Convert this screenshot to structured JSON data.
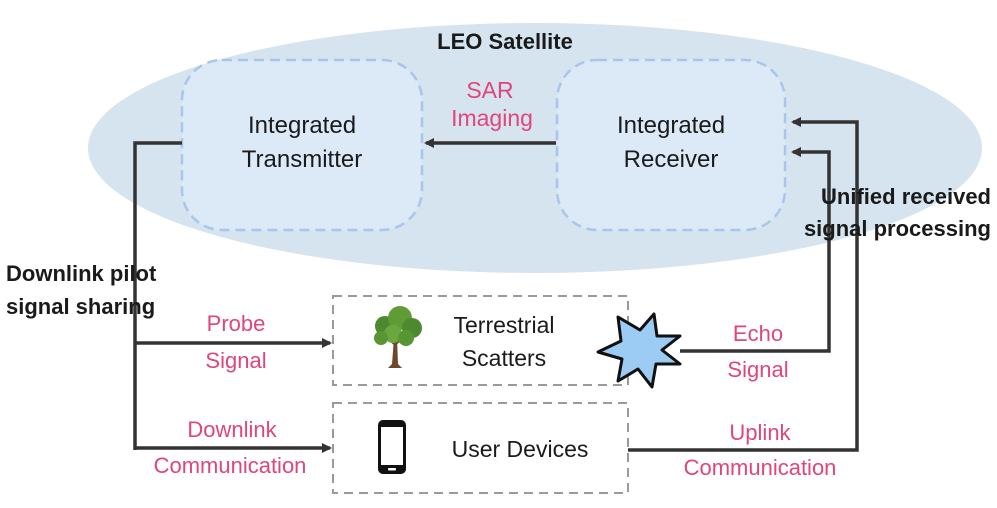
{
  "satellite": {
    "title": "LEO Satellite",
    "transmitter": {
      "line1": "Integrated",
      "line2": "Transmitter"
    },
    "receiver": {
      "line1": "Integrated",
      "line2": "Receiver"
    },
    "sar": {
      "line1": "SAR",
      "line2": "Imaging"
    }
  },
  "left_label": {
    "line1": "Downlink pilot",
    "line2": "signal sharing"
  },
  "right_label": {
    "line1": "Unified received",
    "line2": "signal processing"
  },
  "probe": {
    "line1": "Probe",
    "line2": "Signal"
  },
  "downlink": {
    "line1": "Downlink",
    "line2": "Communication"
  },
  "echo": {
    "line1": "Echo",
    "line2": "Signal"
  },
  "uplink": {
    "line1": "Uplink",
    "line2": "Communication"
  },
  "scatters": {
    "line1": "Terrestrial",
    "line2": "Scatters"
  },
  "devices": {
    "label": "User Devices"
  },
  "icons": {
    "tree": "tree-icon",
    "phone": "smartphone-icon",
    "burst": "burst-icon"
  },
  "colors": {
    "ellipse": "#d6e4ef",
    "inner_box": "#dce9f7",
    "inner_dash": "#a9c6ea",
    "accent": "#e0457b",
    "line": "#333333",
    "box_dash": "#9a9a9a",
    "burst": "#9ccbf3"
  }
}
